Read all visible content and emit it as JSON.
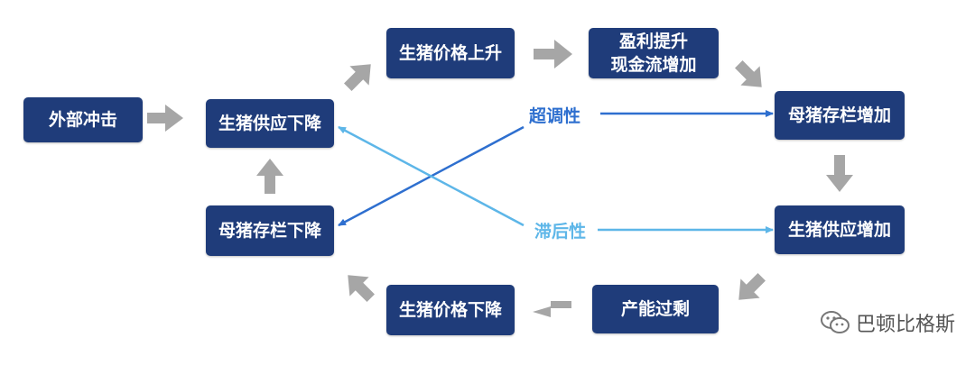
{
  "nodes": {
    "external_shock": "外部冲击",
    "supply_decrease": "生猪供应下降",
    "price_rise": "生猪价格上升",
    "profit_cashflow_line1": "盈利提升",
    "profit_cashflow_line2": "现金流增加",
    "sow_increase": "母猪存栏增加",
    "supply_increase": "生猪供应增加",
    "overcapacity": "产能过剩",
    "price_fall": "生猪价格下降",
    "sow_decrease": "母猪存栏下降"
  },
  "labels": {
    "overshoot": "超调性",
    "lag": "滞后性"
  },
  "watermark": {
    "text": "巴顿比格斯",
    "icon": "wechat-icon"
  },
  "colors": {
    "node_fill": "#1f3c7a",
    "node_text": "#ffffff",
    "flow_arrow": "#a6a6a6",
    "overshoot_line": "#2e6fcf",
    "lag_line": "#5db6e8"
  }
}
